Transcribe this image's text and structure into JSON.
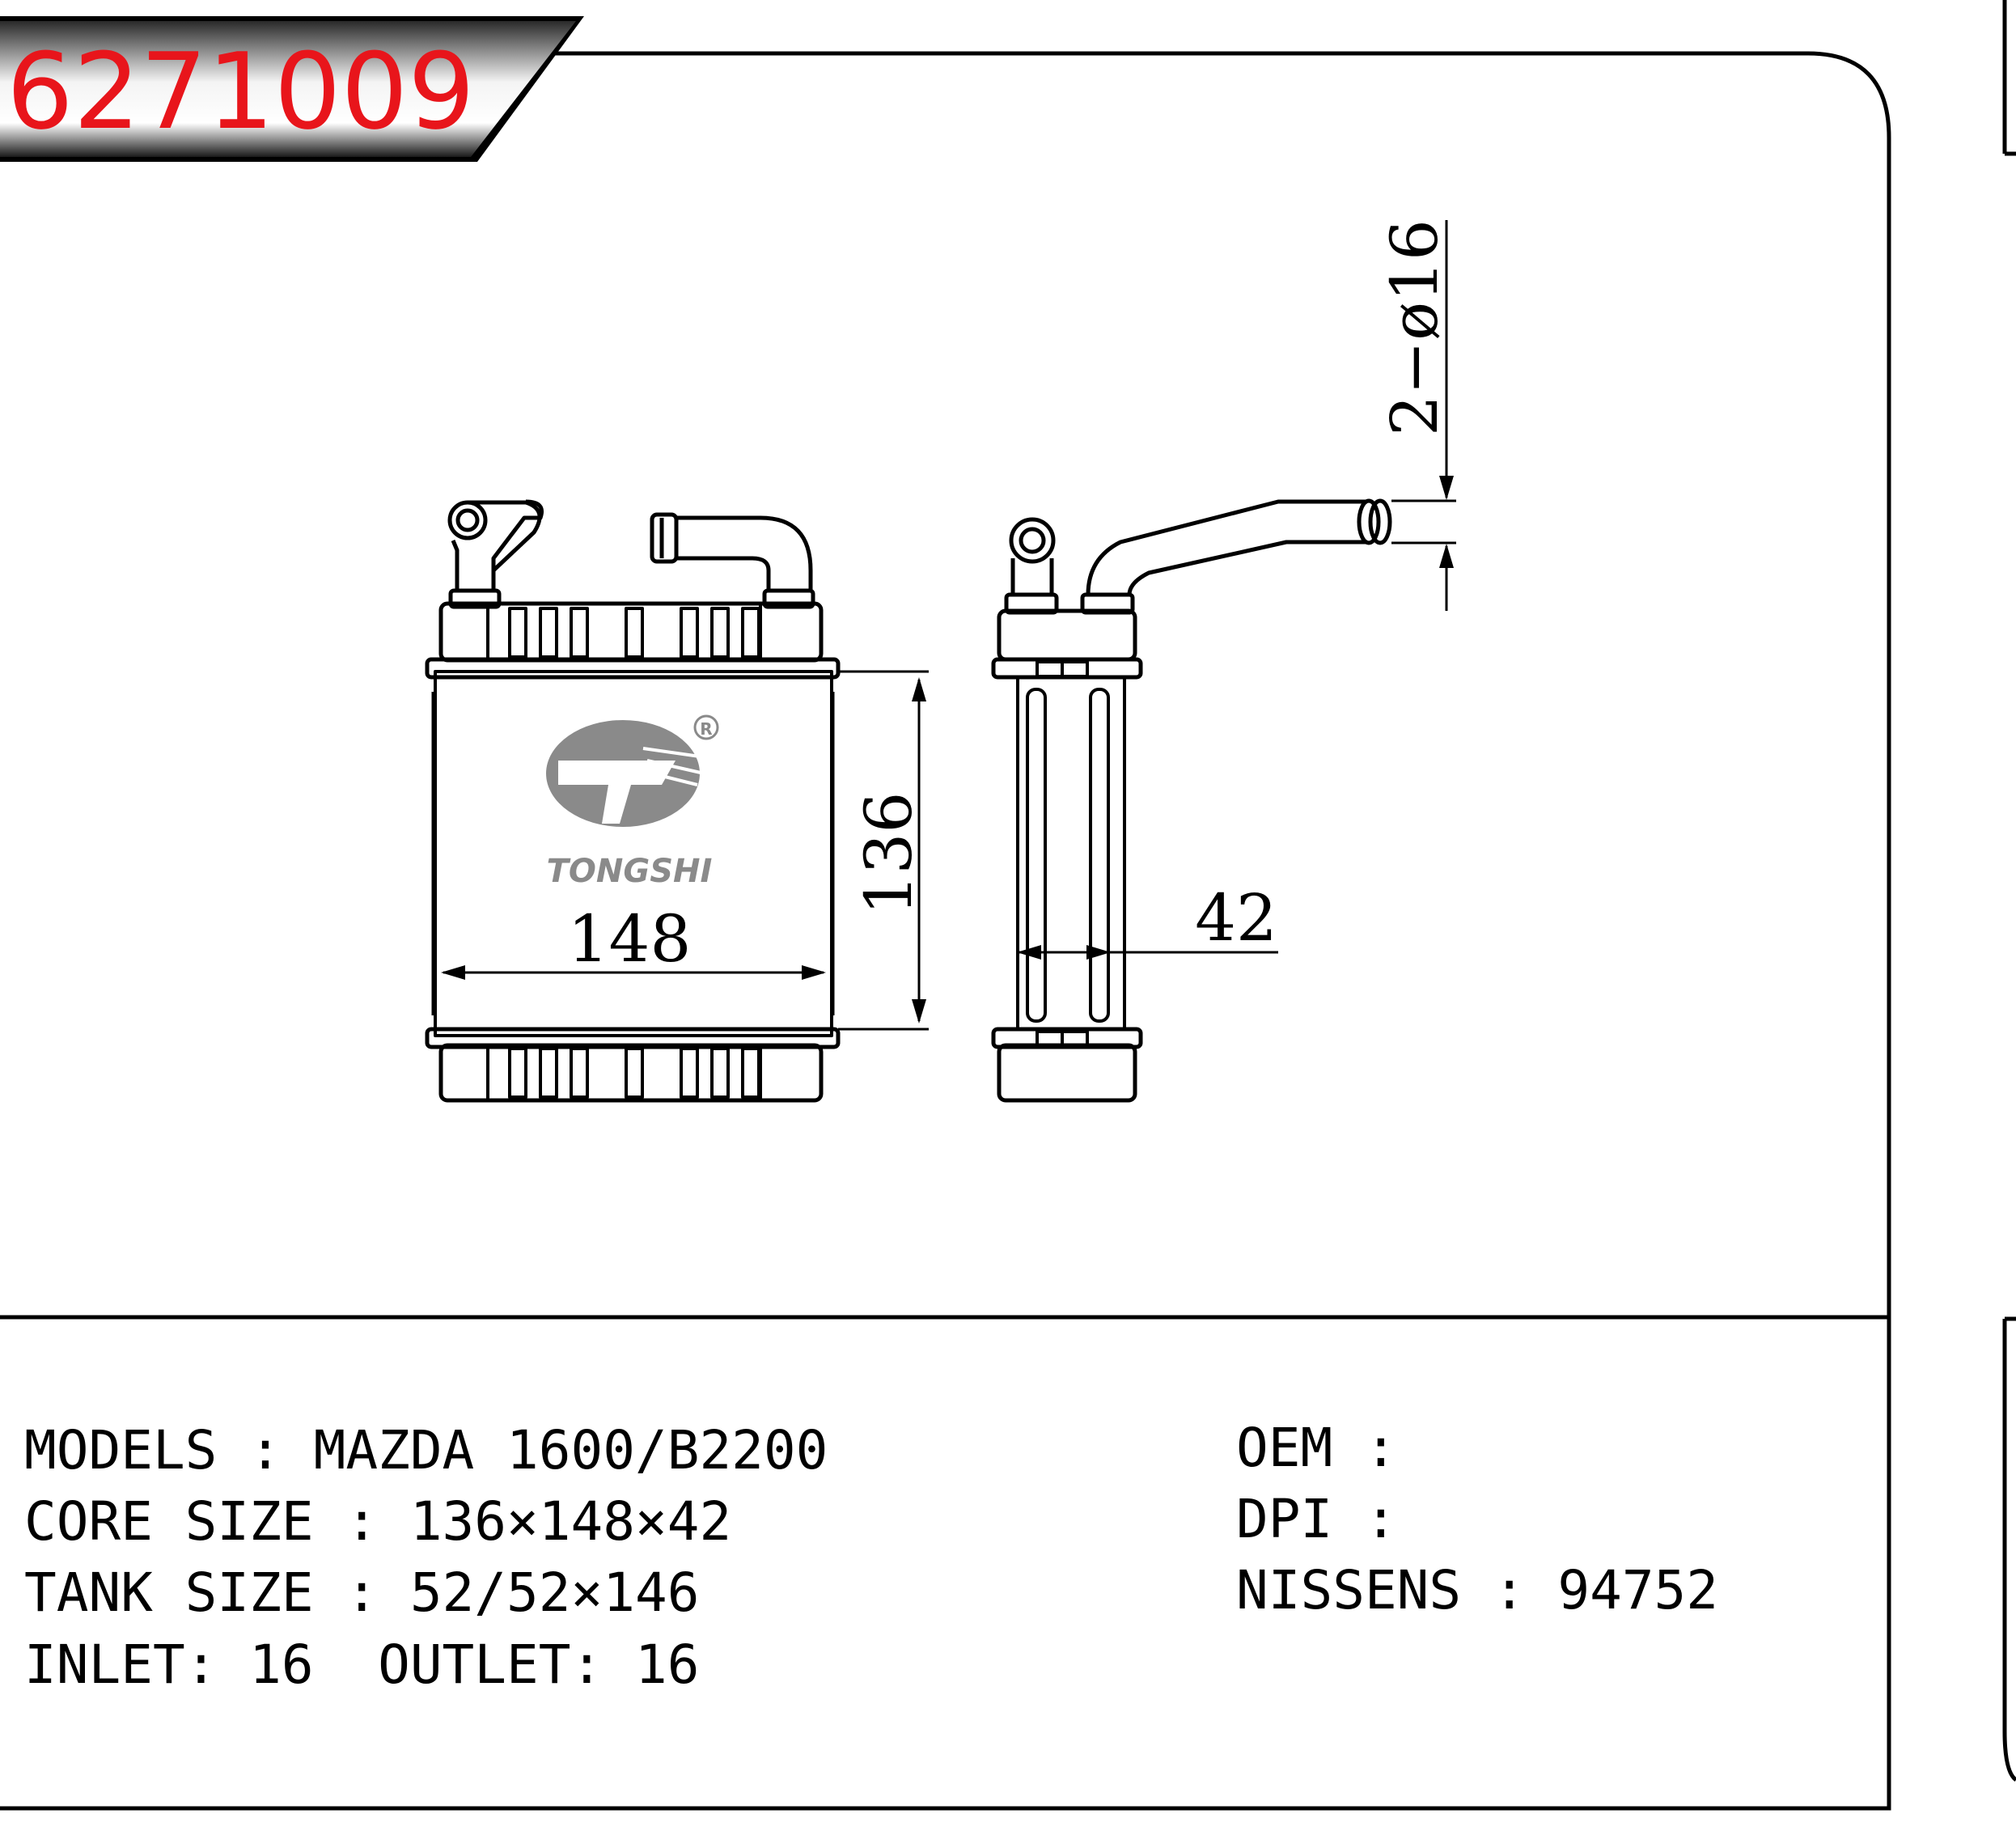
{
  "part_number": "6271009",
  "brand": {
    "name": "TONGSHI",
    "registered_mark": "R"
  },
  "drawing": {
    "dim_width": "148",
    "dim_height": "136",
    "dim_depth": "42",
    "dim_pipes": "2−ø16"
  },
  "specs": {
    "models": "MODELS : MAZDA 1600/B2200",
    "core_size": "CORE SIZE : 136×148×42",
    "tank_size": "TANK SIZE : 52/52×146",
    "inlet_outlet": "INLET: 16  OUTLET: 16",
    "oem": "OEM :",
    "dpi": "DPI :",
    "nissens": "NISSENS : 94752"
  },
  "colors": {
    "part_number_text": "#e8151b",
    "logo_gray": "#8a8a8a",
    "line": "#000000"
  }
}
